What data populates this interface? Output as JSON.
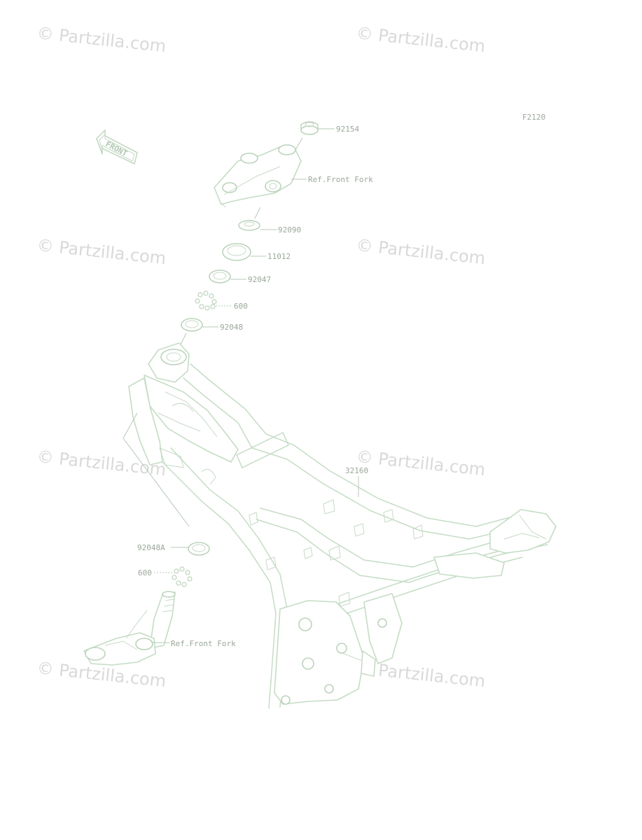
{
  "diagram_code": "F2120",
  "watermark_text": "© Partzilla.com",
  "front_arrow_label": "FRONT",
  "parts": {
    "p92154": "92154",
    "ref_front_fork_top": "Ref.Front Fork",
    "p92090": "92090",
    "p11012": "11012",
    "p92047": "92047",
    "p600_top": "600",
    "p92048": "92048",
    "p32160": "32160",
    "p92048A": "92048A",
    "p600_bottom": "600",
    "ref_front_fork_bottom": "Ref.Front Fork"
  },
  "colors": {
    "line": "#bcd3bc",
    "label": "#9aa89a",
    "watermark": "#d9d9d9"
  }
}
